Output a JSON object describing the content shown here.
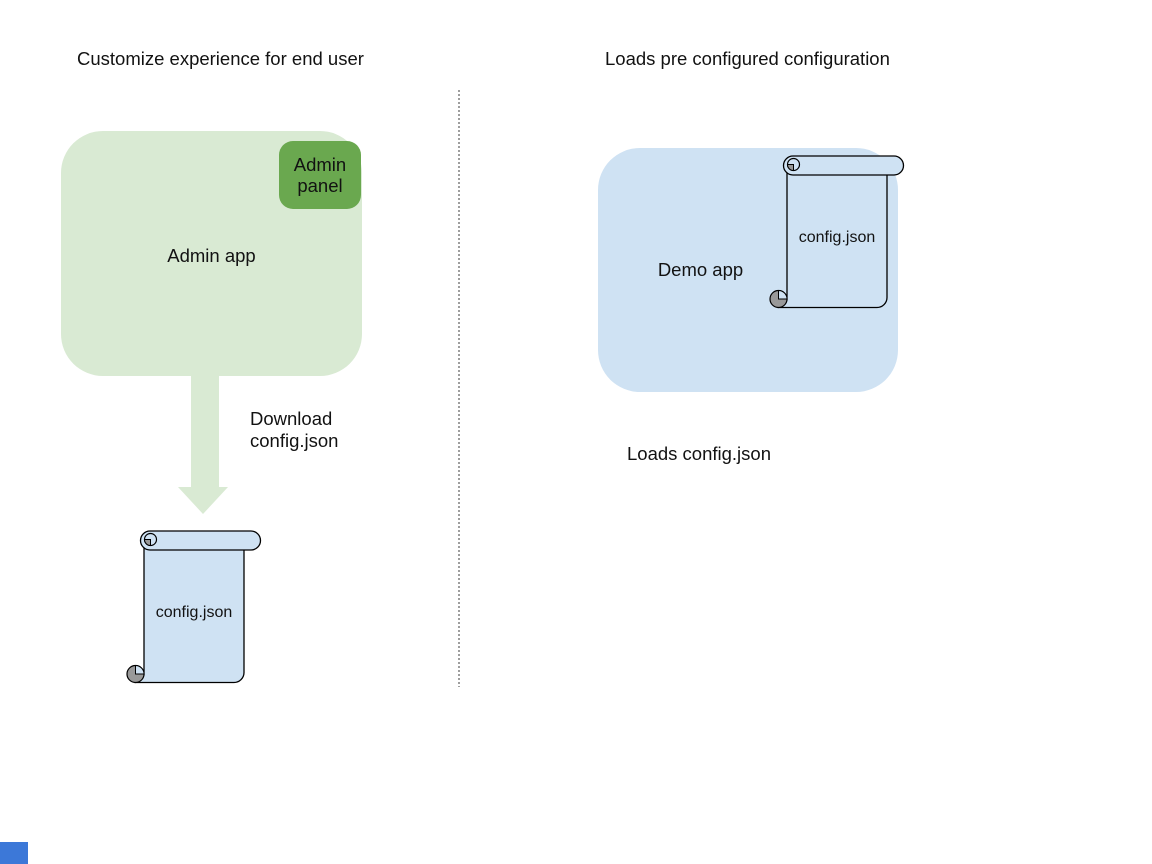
{
  "left_section": {
    "title": "Customize experience for end user",
    "admin_app_label": "Admin app",
    "admin_panel_label": "Admin panel",
    "download_caption": "Download config.json",
    "config_file_label": "config.json"
  },
  "right_section": {
    "title": "Loads pre configured configuration",
    "demo_app_label": "Demo app",
    "config_file_label": "config.json",
    "caption": "Loads config.json"
  },
  "colors": {
    "admin_app_fill": "#d9ead3",
    "admin_panel_fill": "#6aa84f",
    "arrow_fill": "#d9ead3",
    "config_file_fill": "#cfe2f3",
    "demo_app_fill": "#cfe2f3",
    "shape_outline": "#000000",
    "scroll_curl_shadow": "#999999",
    "divider_dots": "#9e9e9e",
    "corner_square": "#3c78d8",
    "text": "#121212"
  }
}
